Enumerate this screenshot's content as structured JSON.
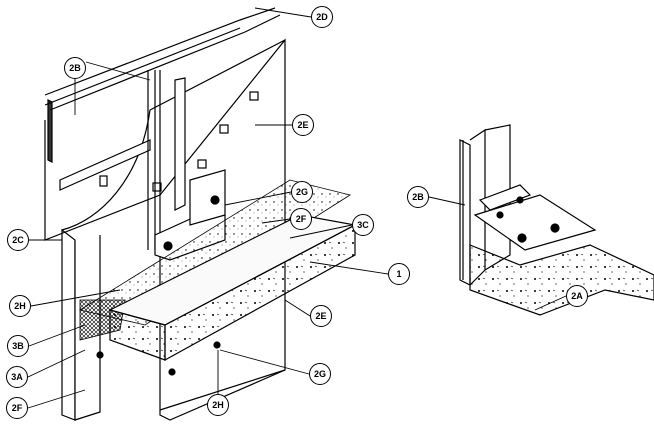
{
  "labels": {
    "l2D": "2D",
    "l2B_left": "2B",
    "l2E_top": "2E",
    "l2G_top": "2G",
    "l2F_top": "2F",
    "l3C": "3C",
    "l2C": "2C",
    "l2H_left": "2H",
    "l1": "1",
    "l3B": "3B",
    "l2E_bottom": "2E",
    "l3A": "3A",
    "l2G_bottom": "2G",
    "l2F_bottom": "2F",
    "l2H_bottom": "2H",
    "l2B_right": "2B",
    "l2A": "2A"
  },
  "colors": {
    "line": "#000000",
    "concrete": "#f4f4f4",
    "membrane": "#d8d8d8"
  }
}
